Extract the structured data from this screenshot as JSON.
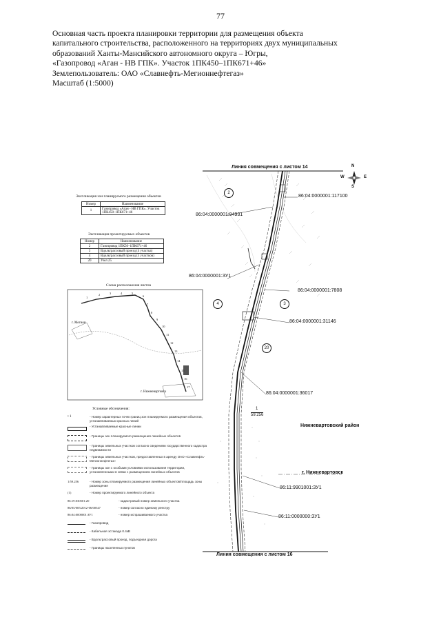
{
  "page_number": "77",
  "header": {
    "lines": [
      "Основная часть проекта планировки территории для размещения объекта",
      "капитального строительства, расположенного на территориях двух муниципальных",
      "образований Ханты-Мансийского автономного округа – Югры,",
      "«Газопровод «Аган - НВ ГПК». Участок 1ПК450–1ПК671+46»",
      "Землепользователь: ОАО «Славнефть-Мегионнефтегаз»",
      "Масштаб (1:5000)"
    ]
  },
  "zones_table": {
    "caption": "Экспликация зон планируемого размещения объектов",
    "headers": [
      "Номер",
      "Наименование"
    ],
    "rows": [
      [
        "1",
        "Газопровод «Аган - НВ ГПК». Участок 1ПК450–1ПК671+46"
      ]
    ]
  },
  "objects_table": {
    "caption": "Экспликация проектируемых объектов",
    "headers": [
      "Номер",
      "Наименование"
    ],
    "rows": [
      [
        "2",
        "Газопровод 1ПК50–1ПК671+46"
      ],
      [
        "3",
        "Вдольтрассовый проезд (4 участка)"
      ],
      [
        "4",
        "Вдольтрассовый проезд (5 участков)"
      ],
      [
        "20",
        "Узел 25"
      ]
    ]
  },
  "inset": {
    "title": "Схема расположения листов",
    "city1": "г. Мегион",
    "city2": "г. Нижневартовск",
    "sheets": [
      "1",
      "2",
      "3",
      "4",
      "5",
      "6",
      "7",
      "8",
      "9",
      "10",
      "11",
      "12",
      "13",
      "14",
      "15",
      "16",
      "17"
    ]
  },
  "legend": {
    "title": "Условные обозначения:",
    "items": [
      {
        "symbol": "• 1",
        "text": "- Номер характерных точек границ зон планируемого размещения объектов, устанавливаемых красных линий"
      },
      {
        "symbol": "",
        "text": "- Устанавливаемые красные линии"
      },
      {
        "symbol": "",
        "text": "- Границы зон планируемого размещения линейных объектов"
      },
      {
        "symbol": "",
        "text": "- Границы земельных участков согласно сведениям государственного кадастра недвижимости"
      },
      {
        "symbol": "",
        "text": "- Границы земельных участков, предоставленных в аренду ОАО «Славнефть-Мегионнефтегаз»"
      },
      {
        "symbol": "",
        "text": "- Границы зон с особыми условиями использования территории, установленными в связи с размещением линейных объектов"
      },
      {
        "symbol": "1/59.256",
        "text": "- Номер зоны планируемого размещения линейных объектов/площадь зоны размещения"
      },
      {
        "symbol": "(1)",
        "text": "- Номер проектируемого линейного объекта"
      },
      {
        "symbol": "86:19:030501:20",
        "text": "- кадастровый номер земельного участка"
      },
      {
        "symbol": "86/05/005/2012-06/00547",
        "text": "- номер согласно единому реестру"
      },
      {
        "symbol": "86:04:0000001:ЗУ1",
        "text": "- номер испрашиваемого участка"
      },
      {
        "symbol": "",
        "text": "- Газопровод"
      },
      {
        "symbol": "",
        "text": "- Кабельная эстакада 0.4кВ"
      },
      {
        "symbol": "",
        "text": "- Вдольтрассовый проезд, подъездная дорога"
      },
      {
        "symbol": "",
        "text": "- Границы населенных пунктов"
      }
    ]
  },
  "map": {
    "top_line": "Линия совмещения с листом 14",
    "bottom_line": "Линия совмещения с листом 16",
    "compass": {
      "n": "N",
      "s": "S",
      "e": "E",
      "w": "W"
    },
    "parcel_labels": [
      "86:04:0000001:117100",
      "86:04:0000001:94931",
      "86:04:0000001:ЗУ1",
      "86:04:0000001:7808",
      "86:04:0000001:31146",
      "86:04:0000001:36017",
      "86:11:9901001:ЗУ1",
      "86:11:0000000:ЗУ1"
    ],
    "district": "Нижневартовский район",
    "city": "г. Нижневартовск",
    "zone_number": "1",
    "zone_area": "59.256",
    "object_markers": [
      "2",
      "4",
      "3",
      "20"
    ]
  }
}
